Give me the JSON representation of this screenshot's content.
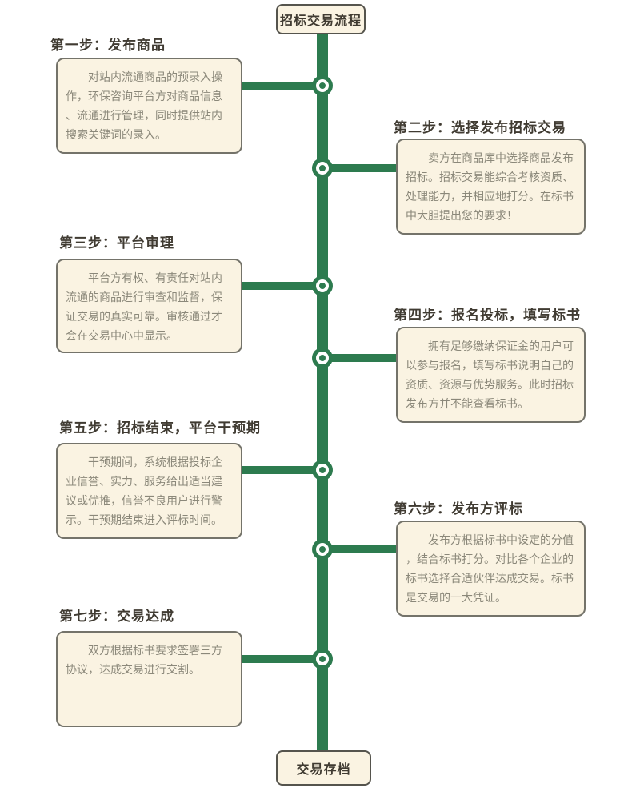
{
  "flow": {
    "title": "招标交易流程",
    "end": "交易存档",
    "colors": {
      "line_green": "#2d7b4f",
      "card_background": "#faf3e2",
      "card_border": "#74736a",
      "terminal_border": "#55544d",
      "heading_text": "#403b32",
      "body_text": "#8b887a"
    },
    "steps": [
      {
        "heading": "第一步：发布商品",
        "body": "对站内流通商品的预录入操作，环保咨询平台方对商品信息、流通进行管理，同时提供站内搜索关键词的录入。",
        "side": "left"
      },
      {
        "heading": "第二步：选择发布招标交易",
        "body": "卖方在商品库中选择商品发布招标。招标交易能综合考核资质、处理能力，并相应地打分。在标书中大胆提出您的要求！",
        "side": "right"
      },
      {
        "heading": "第三步：平台审理",
        "body": "平台方有权、有责任对站内流通的商品进行审查和监督，保证交易的真实可靠。审核通过才会在交易中心中显示。",
        "side": "left"
      },
      {
        "heading": "第四步：报名投标，填写标书",
        "body": "拥有足够缴纳保证金的用户可以参与报名，填写标书说明自己的资质、资源与优势服务。此时招标发布方并不能查看标书。",
        "side": "right"
      },
      {
        "heading": "第五步：招标结束，平台干预期",
        "body": "干预期间，系统根据投标企业信誉、实力、服务给出适当建议或优推，信誉不良用户进行警示。干预期结束进入评标时间。",
        "side": "left"
      },
      {
        "heading": "第六步：发布方评标",
        "body": "发布方根据标书中设定的分值，结合标书打分。对比各个企业的标书选择合适伙伴达成交易。标书是交易的一大凭证。",
        "side": "right"
      },
      {
        "heading": "第七步：交易达成",
        "body": "双方根据标书要求签署三方协议，达成交易进行交割。",
        "side": "left"
      }
    ]
  }
}
